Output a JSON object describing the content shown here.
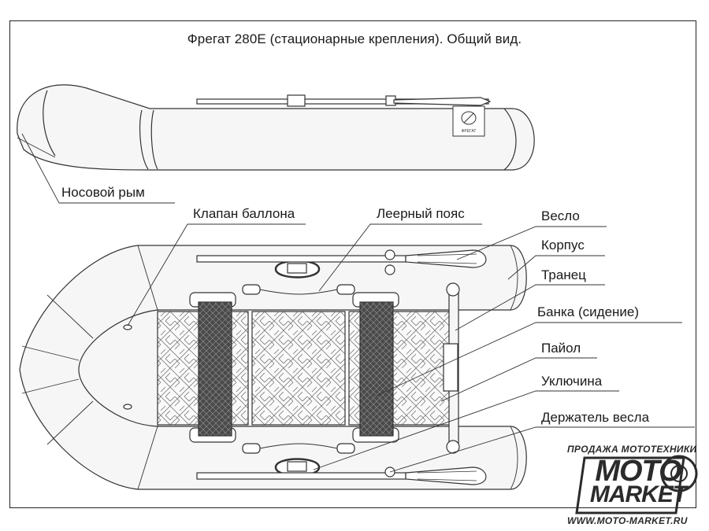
{
  "title": "Фрегат 280Е (стационарные крепления). Общий вид.",
  "side_view_badge": "ФРЕГАТ",
  "labels": {
    "bow_ring": "Носовой рым",
    "valve": "Клапан баллона",
    "lifeline": "Леерный пояс",
    "oar": "Весло",
    "hull": "Корпус",
    "transom": "Транец",
    "seat": "Банка (сидение)",
    "floor": "Пайол",
    "oarlock": "Уключина",
    "oar_holder": "Держатель весла"
  },
  "watermark": {
    "top_text": "ПРОДАЖА МОТОТЕХНИКИ",
    "logo_line1": "MOTO",
    "logo_line2": "MARKET",
    "url": "WWW.MOTO-MARKET.RU"
  },
  "colors": {
    "line": "#333333",
    "fill": "#f4f4f4",
    "seat": "#5a5a5a",
    "logo": "#2b2b2b"
  }
}
